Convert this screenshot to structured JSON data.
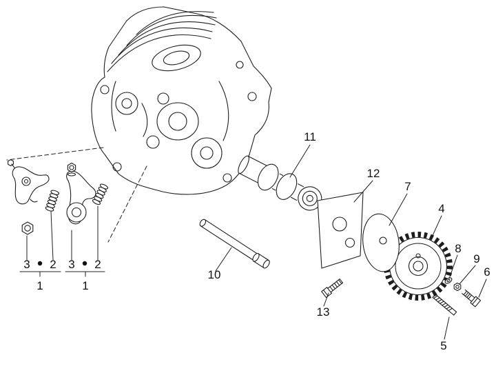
{
  "figure": {
    "type": "exploded-parts-diagram",
    "background_color": "#ffffff",
    "line_color": "#1d1d1d"
  },
  "callouts": {
    "group_left": {
      "part3": "3",
      "part2": "2",
      "part1": "1"
    },
    "group_right": {
      "part3": "3",
      "part2": "2",
      "part1": "1"
    },
    "part4": "4",
    "part5": "5",
    "part6": "6",
    "part7": "7",
    "part8": "8",
    "part9": "9",
    "part10": "10",
    "part11": "11",
    "part12": "12",
    "part13": "13"
  }
}
